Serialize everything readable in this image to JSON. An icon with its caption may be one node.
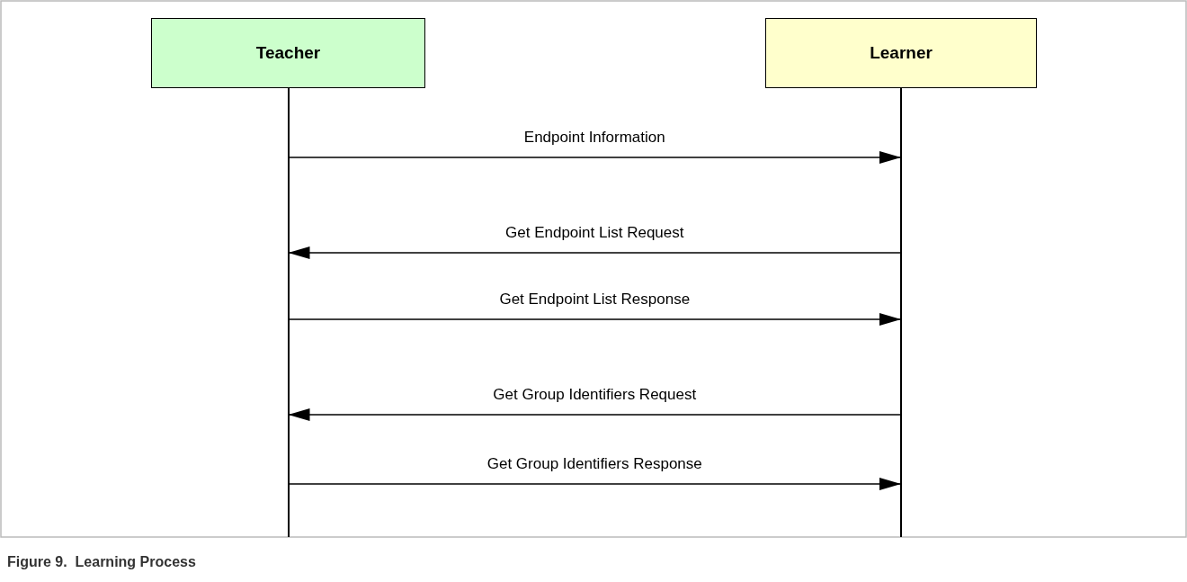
{
  "diagram": {
    "caption": "Figure 9.  Learning Process",
    "nodes": [
      {
        "text": [
          "Teacher"
        ]
      },
      {
        "text": [
          "Learner"
        ]
      }
    ],
    "edges": [
      {
        "from": 0,
        "to": 1,
        "arrow": "to",
        "label": "Endpoint Information"
      },
      {
        "from": 1,
        "to": 0,
        "arrow": "to",
        "label": "Get Endpoint List Request"
      },
      {
        "from": 0,
        "to": 1,
        "arrow": "to",
        "label": "Get Endpoint List Response"
      },
      {
        "from": 1,
        "to": 0,
        "arrow": "to",
        "label": "Get Group Identifiers Request"
      },
      {
        "from": 0,
        "to": 1,
        "arrow": "to",
        "label": "Get Group Identifiers Response"
      }
    ]
  }
}
